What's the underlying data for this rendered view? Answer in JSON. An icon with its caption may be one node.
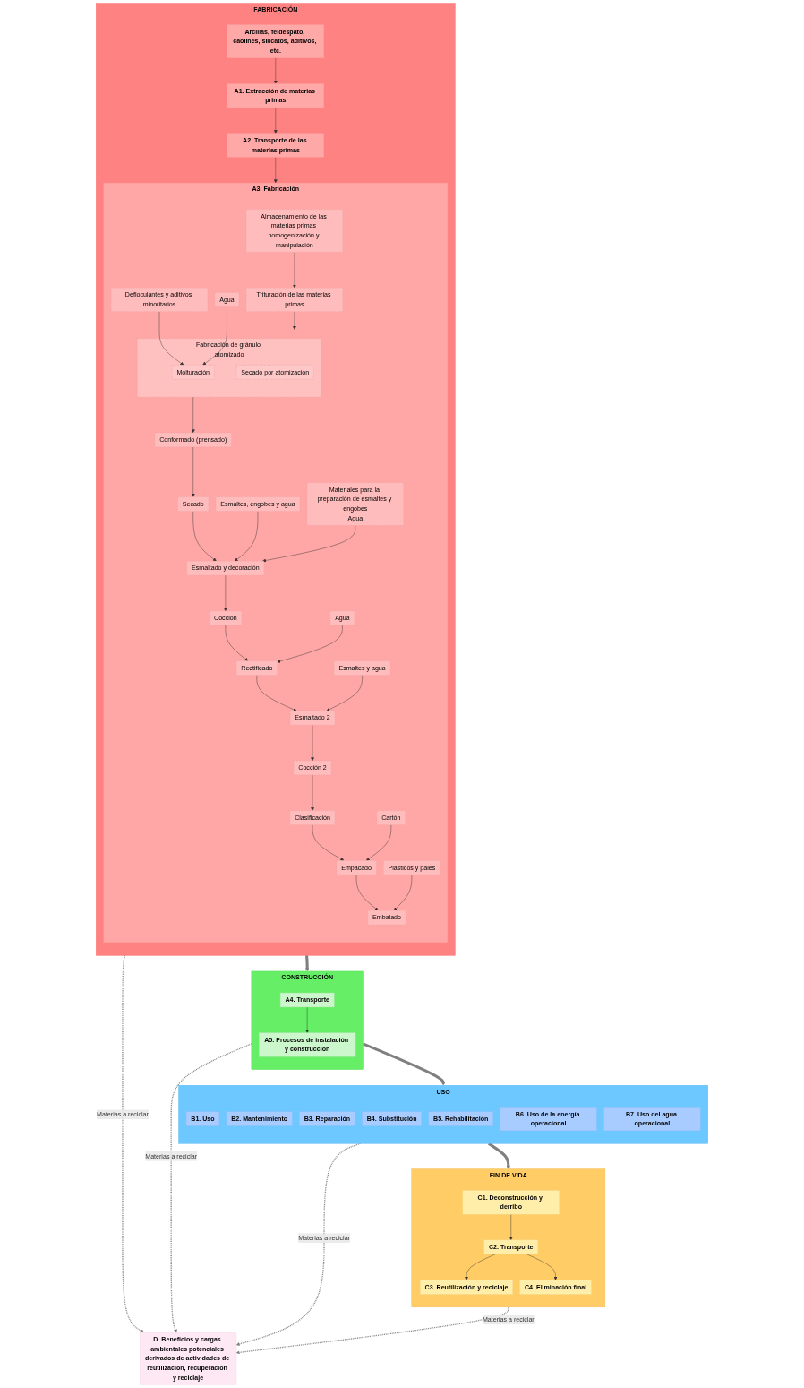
{
  "diagram": {
    "nodes": [
      {
        "text": [
          "FABRICACIÓN"
        ]
      },
      {
        "text": [
          "A1. Extracción de materias primas"
        ],
        "in": 0
      },
      {
        "text": [
          "Arcillas, feldespato, caolines, silicatos, aditivos, etc."
        ],
        "in": 0
      },
      {
        "text": [
          "A2. Transporte de las materias primas"
        ],
        "in": 0
      },
      {
        "text": [
          "A3. Fabricación"
        ],
        "in": 0
      },
      {
        "text": [
          "Almacenamiento de las materias primas homogenización y manipulación"
        ],
        "in": 4
      },
      {
        "text": [
          "Trituración de las materias primas"
        ],
        "in": 4
      },
      {
        "text": [
          "Fabricación de gránulo atomizado"
        ],
        "in": 4
      },
      {
        "text": [
          "Molturación"
        ],
        "in": 7
      },
      {
        "text": [
          "Secado por atomización"
        ],
        "in": 7
      },
      {
        "text": [
          "Defloculantes y aditivos minoritarios"
        ],
        "in": 4
      },
      {
        "text": [
          "Agua"
        ],
        "in": 4
      },
      {
        "text": [
          "Conformado (prensado)"
        ],
        "in": 4
      },
      {
        "text": [
          "Esmaltes, engobes y agua"
        ],
        "in": 4
      },
      {
        "text": [
          "Secado"
        ],
        "in": 4
      },
      {
        "text": [
          "Materiales para la preparación de esmaltes y engobes",
          "Agua"
        ],
        "in": 4
      },
      {
        "text": [
          "Esmaltado y decoración"
        ],
        "in": 4
      },
      {
        "text": [
          "Cocción"
        ],
        "in": 4
      },
      {
        "text": [
          "Rectificado"
        ],
        "in": 4
      },
      {
        "text": [
          "Agua"
        ],
        "in": 4
      },
      {
        "text": [
          "Esmaltado 2"
        ],
        "in": 4
      },
      {
        "text": [
          "Esmaltes y agua"
        ],
        "in": 4
      },
      {
        "text": [
          "Cocción 2"
        ],
        "in": 4
      },
      {
        "text": [
          "Clasificación"
        ],
        "in": 4
      },
      {
        "text": [
          "Empacado"
        ],
        "in": 4
      },
      {
        "text": [
          "Embalado"
        ],
        "in": 4
      },
      {
        "text": [
          "Cartón"
        ],
        "in": 4
      },
      {
        "text": [
          "Plásticos y palés"
        ],
        "in": 4
      },
      {
        "text": [
          "CONSTRUCCIÓN"
        ]
      },
      {
        "text": [
          "A4. Transporte"
        ],
        "in": 28
      },
      {
        "text": [
          "A5. Procesos de instalación y construcción"
        ],
        "in": 28
      },
      {
        "text": [
          "USO"
        ]
      },
      {
        "text": [
          "B1. Uso"
        ],
        "in": 31
      },
      {
        "text": [
          "B2. Mantenimiento"
        ],
        "in": 31
      },
      {
        "text": [
          "B3. Reparación"
        ],
        "in": 31
      },
      {
        "text": [
          "B4. Substitución"
        ],
        "in": 31
      },
      {
        "text": [
          "B5. Rehabilitación"
        ],
        "in": 31
      },
      {
        "text": [
          "B6. Uso de la energía operacional"
        ],
        "in": 31
      },
      {
        "text": [
          "B7. Uso del agua operacional"
        ],
        "in": 31
      },
      {
        "text": [
          "FIN DE VIDA"
        ]
      },
      {
        "text": [
          "C1. Deconstrucción y derribo"
        ],
        "in": 39
      },
      {
        "text": [
          "C2. Transporte"
        ],
        "in": 39
      },
      {
        "text": [
          "C3. Reutilización y reciclaje"
        ],
        "in": 39
      },
      {
        "text": [
          "C4. Eliminación final"
        ],
        "in": 39
      },
      {
        "text": [
          "D. Beneficios y cargas ambientales potenciales derivados de actividades de reutilización, recuperación y reciclaje"
        ]
      }
    ],
    "edges": [
      {
        "from": 2,
        "to": 1,
        "arrow": "to"
      },
      {
        "from": 1,
        "to": 3,
        "arrow": "to"
      },
      {
        "from": 3,
        "to": 4,
        "arrow": "to"
      },
      {
        "from": 5,
        "to": 6,
        "arrow": "to"
      },
      {
        "from": 6,
        "to": 7,
        "arrow": "to"
      },
      {
        "from": 10,
        "to": 8,
        "arrow": "to"
      },
      {
        "from": 11,
        "to": 8,
        "arrow": "to"
      },
      {
        "from": 7,
        "to": 12,
        "arrow": "to"
      },
      {
        "from": 12,
        "to": 14,
        "arrow": "to"
      },
      {
        "from": 14,
        "to": 16,
        "arrow": "to"
      },
      {
        "from": 13,
        "to": 16,
        "arrow": "to"
      },
      {
        "from": 15,
        "to": 16,
        "arrow": "to"
      },
      {
        "from": 16,
        "to": 17,
        "arrow": "to"
      },
      {
        "from": 17,
        "to": 18,
        "arrow": "to"
      },
      {
        "from": 19,
        "to": 18,
        "arrow": "to"
      },
      {
        "from": 18,
        "to": 20,
        "arrow": "to"
      },
      {
        "from": 21,
        "to": 20,
        "arrow": "to"
      },
      {
        "from": 20,
        "to": 22,
        "arrow": "to"
      },
      {
        "from": 22,
        "to": 23,
        "arrow": "to"
      },
      {
        "from": 23,
        "to": 24,
        "arrow": "to"
      },
      {
        "from": 24,
        "to": 25,
        "arrow": "to"
      },
      {
        "from": 26,
        "to": 24,
        "arrow": "to"
      },
      {
        "from": 27,
        "to": 25,
        "arrow": "to"
      },
      {
        "from": 0,
        "to": 28,
        "arrow": "to",
        "style": "thick",
        "color": "#808080"
      },
      {
        "from": 29,
        "to": 30,
        "arrow": "to"
      },
      {
        "from": 28,
        "to": 31,
        "arrow": "to",
        "style": "thick",
        "color": "#808080"
      },
      {
        "from": 31,
        "to": 39,
        "arrow": "to",
        "style": "thick",
        "color": "#808080"
      },
      {
        "from": 40,
        "to": 41,
        "arrow": "to"
      },
      {
        "from": 41,
        "to": 42,
        "arrow": "to"
      },
      {
        "from": 41,
        "to": 43,
        "arrow": "to"
      },
      {
        "from": 0,
        "to": 44,
        "arrow": "to",
        "label": "Materias a reciclar",
        "style": "dashed",
        "color": "#808080"
      },
      {
        "from": 28,
        "to": 44,
        "arrow": "to",
        "label": "Materias a reciclar",
        "style": "dashed",
        "color": "#808080"
      },
      {
        "from": 31,
        "to": 44,
        "arrow": "to",
        "label": "Materias a reciclar",
        "style": "dashed",
        "color": "#808080"
      },
      {
        "from": 39,
        "to": 44,
        "arrow": "to",
        "label": "Materias a reciclar",
        "style": "dashed",
        "color": "#808080"
      }
    ]
  }
}
